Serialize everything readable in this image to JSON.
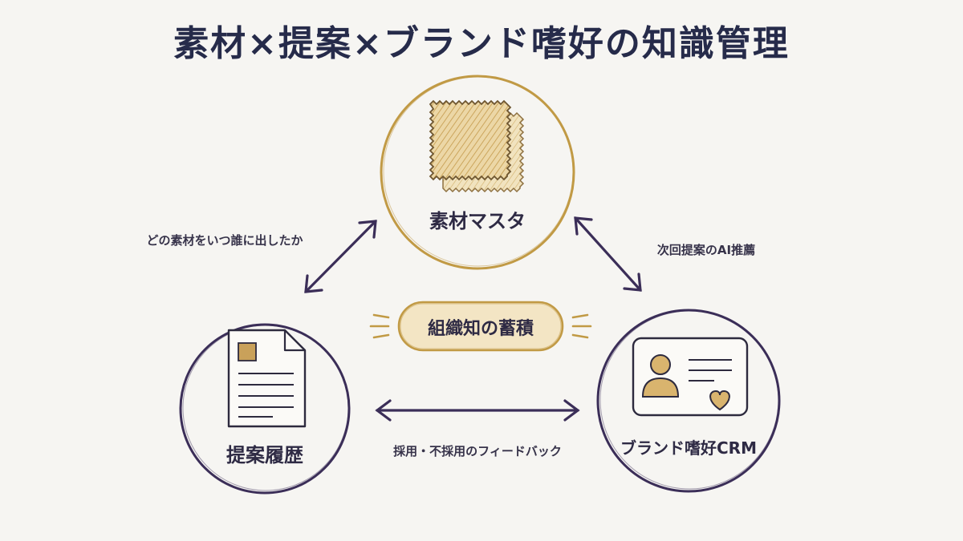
{
  "title": "素材×提案×ブランド嗜好の知識管理",
  "nodes": {
    "material_master": {
      "label": "素材マスタ",
      "icon": "fabric-swatch-icon"
    },
    "proposal_history": {
      "label": "提案履歴",
      "icon": "document-icon"
    },
    "brand_crm": {
      "label": "ブランド嗜好CRM",
      "icon": "profile-card-icon"
    }
  },
  "edges": {
    "left": {
      "label": "どの素材をいつ誰に出したか"
    },
    "right": {
      "label": "次回提案のAI推薦"
    },
    "bottom": {
      "label": "採用・不採用のフィードバック"
    }
  },
  "center": {
    "label": "組織知の蓄積"
  },
  "colors": {
    "gold": "#c19a45",
    "gold_fill": "#e4c98e",
    "purple": "#3b2e58",
    "navy": "#262b4a",
    "pill_fill": "#f3e5c4"
  }
}
